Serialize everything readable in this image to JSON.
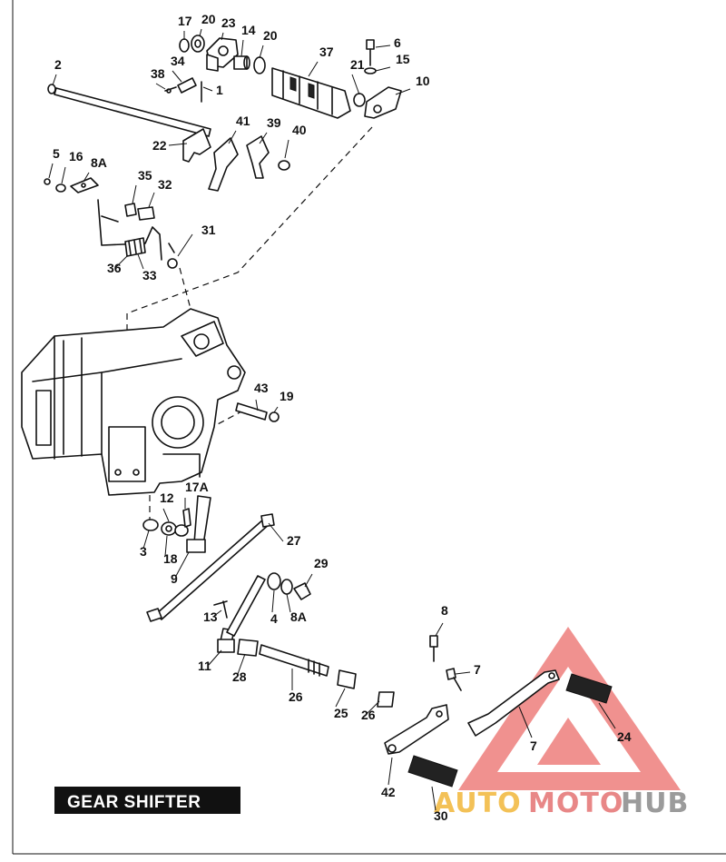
{
  "title": "GEAR SHIFTER",
  "watermark": {
    "part1": "AUTO",
    "part2": "MOTO",
    "part3": "HUB",
    "color1": "#f2b73a",
    "color2": "#e57373",
    "color3": "#8a8a8a",
    "logo_color": "#e53935"
  },
  "callouts": [
    "17",
    "20",
    "23",
    "14",
    "20",
    "6",
    "2",
    "34",
    "38",
    "1",
    "37",
    "21",
    "15",
    "10",
    "22",
    "41",
    "39",
    "40",
    "5",
    "16",
    "8A",
    "35",
    "32",
    "31",
    "36",
    "33",
    "43",
    "19",
    "12",
    "17A",
    "3",
    "18",
    "9",
    "27",
    "29",
    "13",
    "4",
    "8A",
    "11",
    "28",
    "26",
    "25",
    "26",
    "8",
    "7",
    "7",
    "24",
    "42",
    "30",
    "42"
  ]
}
